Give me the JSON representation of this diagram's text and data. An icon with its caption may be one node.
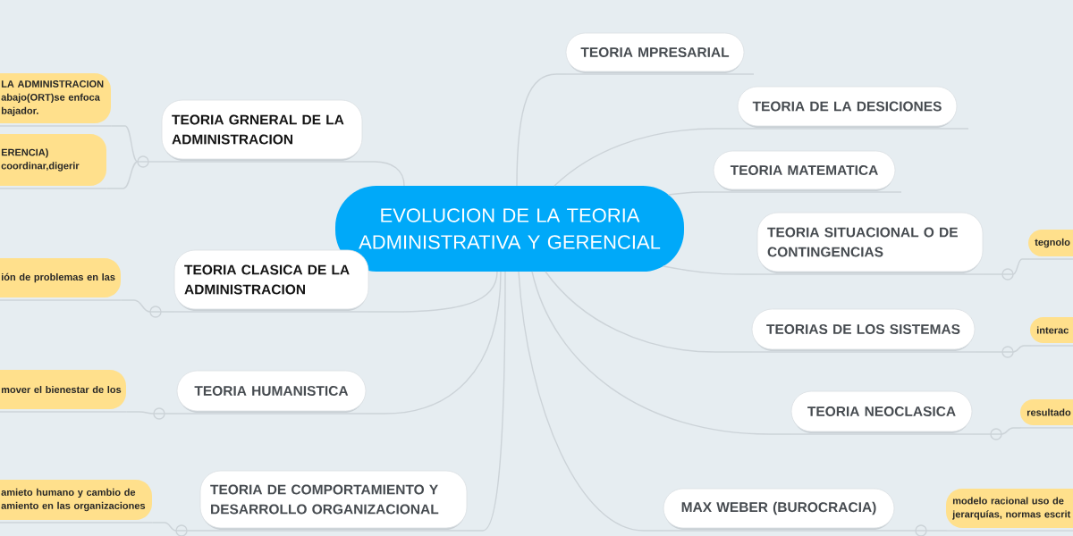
{
  "diagram": {
    "nodes": [
      {
        "text": [
          "EVOLUCION DE LA TEORIA ADMINISTRATIVA Y GERENCIAL"
        ]
      },
      {
        "text": [
          "TEORIA GRNERAL DE LA ADMINISTRACION"
        ]
      },
      {
        "text": [
          "LA ADMINISTRACION abajo(ORT)se enfoca bajador."
        ]
      },
      {
        "text": [
          "ERENCIA) coordinar,digerir"
        ]
      },
      {
        "text": [
          "TEORIA CLASICA DE LA ADMINISTRACION"
        ]
      },
      {
        "text": [
          "ión de problemas en las"
        ]
      },
      {
        "text": [
          "TEORIA HUMANISTICA"
        ]
      },
      {
        "text": [
          "mover el bienestar de los"
        ]
      },
      {
        "text": [
          "TEORIA DE COMPORTAMIENTO Y DESARROLLO ORGANIZACIONAL"
        ]
      },
      {
        "text": [
          "amieto humano y cambio de amiento en las organizaciones"
        ]
      },
      {
        "text": [
          "TEORIA MPRESARIAL"
        ]
      },
      {
        "text": [
          "TEORIA DE LA DESICIONES"
        ]
      },
      {
        "text": [
          "TEORIA MATEMATICA"
        ]
      },
      {
        "text": [
          "TEORIA SITUACIONAL O DE CONTINGENCIAS"
        ]
      },
      {
        "text": [
          "tegnolo"
        ]
      },
      {
        "text": [
          "TEORIAS DE LOS SISTEMAS"
        ]
      },
      {
        "text": [
          "interac"
        ]
      },
      {
        "text": [
          "TEORIA NEOCLASICA"
        ]
      },
      {
        "text": [
          "resultado"
        ]
      },
      {
        "text": [
          "MAX WEBER (BUROCRACIA)"
        ]
      },
      {
        "text": [
          "modelo racional uso de jerarquías, normas escrit"
        ]
      }
    ],
    "edges": [
      {
        "from": 0,
        "to": 1,
        "arrow": "none"
      },
      {
        "from": 1,
        "to": 2,
        "arrow": "none"
      },
      {
        "from": 1,
        "to": 3,
        "arrow": "none"
      },
      {
        "from": 0,
        "to": 4,
        "arrow": "none"
      },
      {
        "from": 4,
        "to": 5,
        "arrow": "none"
      },
      {
        "from": 0,
        "to": 6,
        "arrow": "none"
      },
      {
        "from": 6,
        "to": 7,
        "arrow": "none"
      },
      {
        "from": 0,
        "to": 8,
        "arrow": "none"
      },
      {
        "from": 8,
        "to": 9,
        "arrow": "none"
      },
      {
        "from": 0,
        "to": 10,
        "arrow": "none"
      },
      {
        "from": 0,
        "to": 11,
        "arrow": "none"
      },
      {
        "from": 0,
        "to": 12,
        "arrow": "none"
      },
      {
        "from": 0,
        "to": 13,
        "arrow": "none"
      },
      {
        "from": 13,
        "to": 14,
        "arrow": "none"
      },
      {
        "from": 0,
        "to": 15,
        "arrow": "none"
      },
      {
        "from": 15,
        "to": 16,
        "arrow": "none"
      },
      {
        "from": 0,
        "to": 17,
        "arrow": "none"
      },
      {
        "from": 17,
        "to": 18,
        "arrow": "none"
      },
      {
        "from": 0,
        "to": 19,
        "arrow": "none"
      },
      {
        "from": 19,
        "to": 20,
        "arrow": "none"
      }
    ]
  }
}
